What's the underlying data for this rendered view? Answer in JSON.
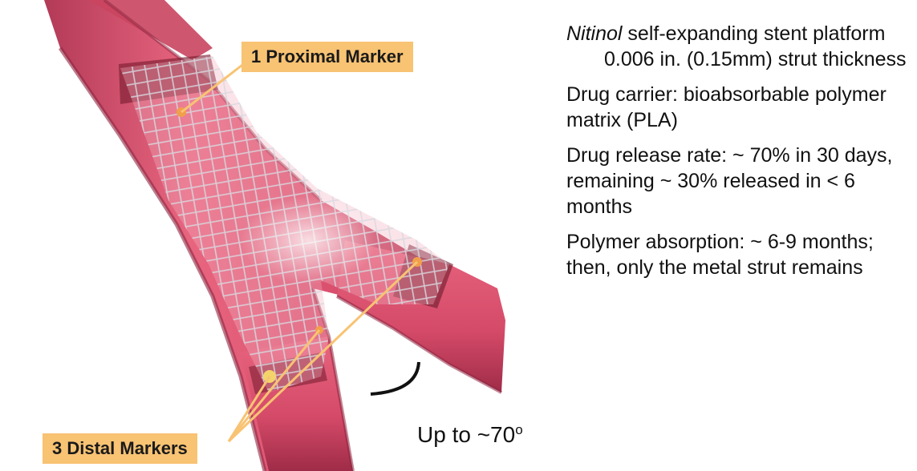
{
  "labels": {
    "proximal_marker": "1 Proximal Marker",
    "distal_markers": "3 Distal Markers",
    "angle_prefix": "Up to ~70",
    "angle_unit": "o"
  },
  "specs": {
    "platform_italic": "Nitinol",
    "platform_rest": " self-expanding stent platform",
    "strut": "0.006 in. (0.15mm) strut thickness",
    "carrier": "Drug carrier: bioabsorbable polymer matrix (PLA)",
    "release": "Drug release rate: ~ 70% in 30 days, remaining ~ 30% released in < 6 months",
    "absorption": "Polymer absorption: ~ 6-9 months; then, only the metal strut remains"
  },
  "colors": {
    "vessel": "#d94f6d",
    "label_background": "#f8c373",
    "marker": "#f0a04a"
  }
}
